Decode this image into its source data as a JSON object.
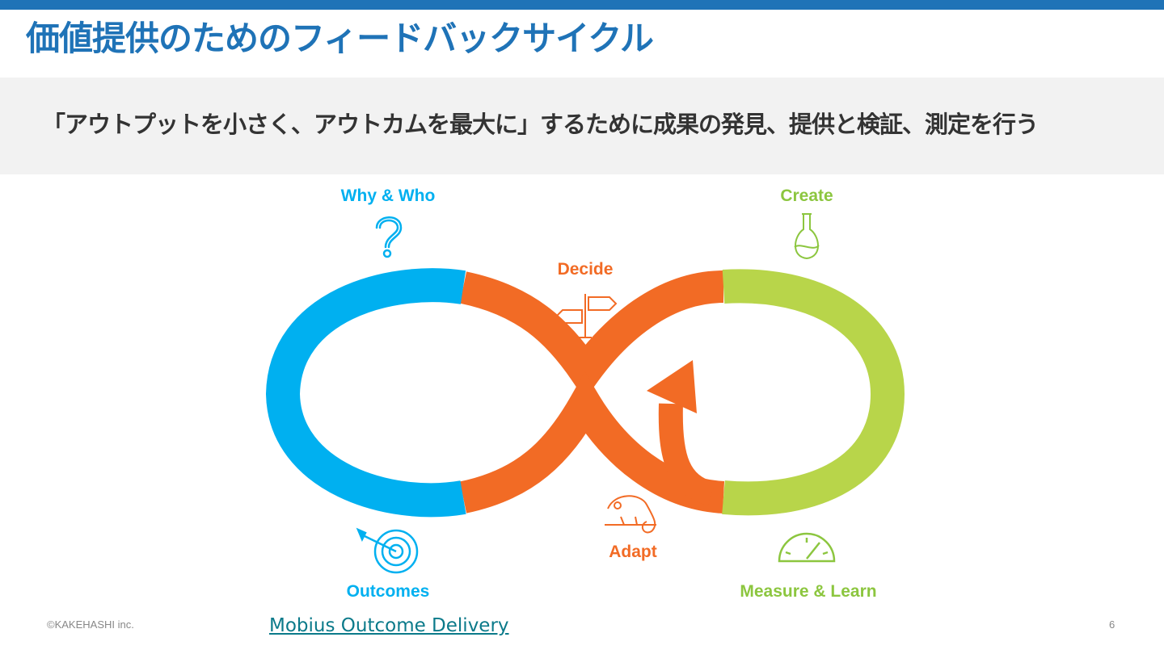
{
  "slide": {
    "title": "価値提供のためのフィードバックサイクル",
    "subtitle": "「アウトプットを小さく、アウトカムを最大に」するために成果の発見、提供と検証、測定を行う"
  },
  "diagram": {
    "stages": {
      "why_who": "Why & Who",
      "decide": "Decide",
      "create": "Create",
      "outcomes": "Outcomes",
      "adapt": "Adapt",
      "measure_learn": "Measure & Learn"
    },
    "colors": {
      "blue": "#00b0f0",
      "orange": "#f26b25",
      "green": "#b8d54a"
    },
    "icons": {
      "why_who": "question-mark-icon",
      "decide": "signpost-icon",
      "create": "flask-icon",
      "outcomes": "target-icon",
      "adapt": "chameleon-icon",
      "measure_learn": "gauge-icon"
    }
  },
  "footer": {
    "copyright": "©KAKEHASHI inc.",
    "link_text": "Mobius Outcome Delivery",
    "page_number": "6"
  }
}
